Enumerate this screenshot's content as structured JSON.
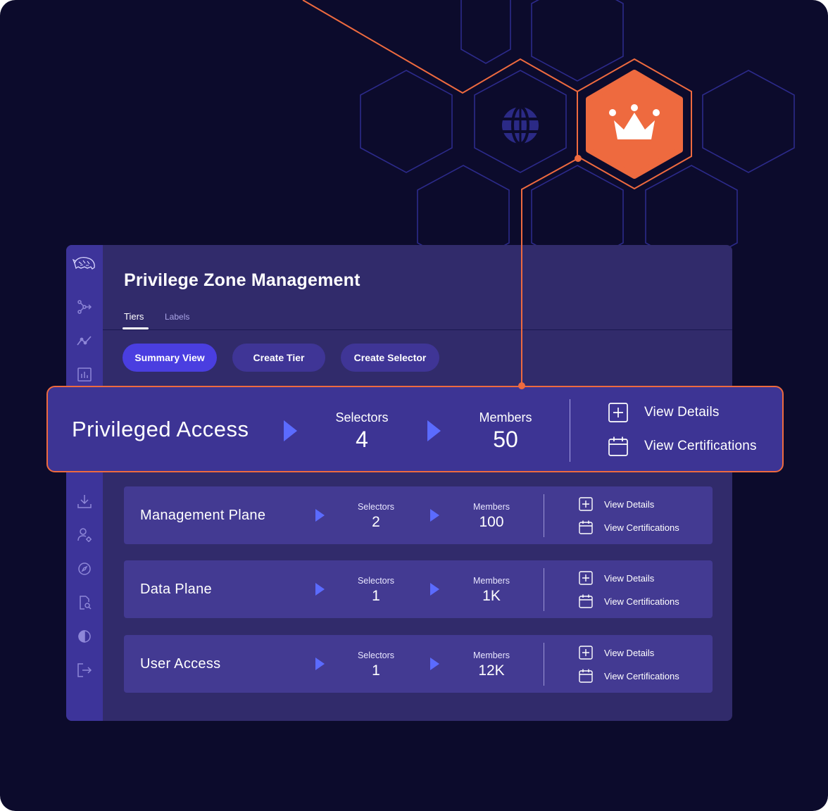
{
  "colors": {
    "background": "#0c0b2c",
    "panel": "#312b6b",
    "sidebar": "#3d349a",
    "row": "#433a92",
    "accent_orange": "#ee6a3f",
    "primary_button": "#4a3ee0",
    "arrow_blue": "#5b6bff"
  },
  "hero": {
    "center_icon": "crown-icon",
    "secondary_icon": "globe-icon"
  },
  "sidebar": {
    "items": [
      {
        "icon": "logo-icon"
      },
      {
        "icon": "graph-explore-icon"
      },
      {
        "icon": "trend-line-icon"
      },
      {
        "icon": "bar-chart-icon"
      },
      {
        "icon": "download-icon"
      },
      {
        "icon": "user-settings-icon"
      },
      {
        "icon": "compass-icon"
      },
      {
        "icon": "document-search-icon"
      },
      {
        "icon": "contrast-icon"
      },
      {
        "icon": "logout-icon"
      }
    ]
  },
  "header": {
    "title": "Privilege Zone Management"
  },
  "tabs": [
    {
      "label": "Tiers",
      "active": true
    },
    {
      "label": "Labels",
      "active": false
    }
  ],
  "toolbar": {
    "summary_label": "Summary View",
    "create_tier_label": "Create Tier",
    "create_selector_label": "Create Selector"
  },
  "featured": {
    "name": "Privileged Access",
    "selectors_label": "Selectors",
    "selectors_value": "4",
    "members_label": "Members",
    "members_value": "50",
    "view_details": "View Details",
    "view_certifications": "View Certifications"
  },
  "rows": [
    {
      "name": "Management Plane",
      "selectors_label": "Selectors",
      "selectors_value": "2",
      "members_label": "Members",
      "members_value": "100",
      "view_details": "View Details",
      "view_certifications": "View Certifications"
    },
    {
      "name": "Data Plane",
      "selectors_label": "Selectors",
      "selectors_value": "1",
      "members_label": "Members",
      "members_value": "1K",
      "view_details": "View Details",
      "view_certifications": "View Certifications"
    },
    {
      "name": "User Access",
      "selectors_label": "Selectors",
      "selectors_value": "1",
      "members_label": "Members",
      "members_value": "12K",
      "view_details": "View Details",
      "view_certifications": "View Certifications"
    }
  ]
}
